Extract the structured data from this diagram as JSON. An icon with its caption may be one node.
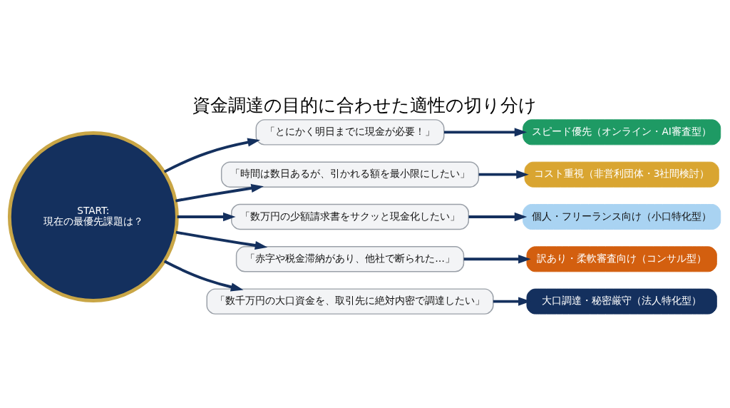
{
  "diagram": {
    "title": "資金調達の目的に合わせた適性の切り分け",
    "nodes": [
      {
        "text": [
          "START:",
          "現在の最優先課題は？"
        ]
      },
      {
        "text": [
          "「とにかく明日までに現金が必要！」"
        ]
      },
      {
        "text": [
          "「時間は数日あるが、引かれる額を最小限にしたい」"
        ]
      },
      {
        "text": [
          "「数万円の少額請求書をサクッと現金化したい」"
        ]
      },
      {
        "text": [
          "「赤字や税金滞納があり、他社で断られた…」"
        ]
      },
      {
        "text": [
          "「数千万円の大口資金を、取引先に絶対内密で調達したい」"
        ]
      },
      {
        "text": [
          "スピード優先（オンライン・AI審査型）"
        ]
      },
      {
        "text": [
          "コスト重視（非営利団体・3社間検討）"
        ]
      },
      {
        "text": [
          "個人・フリーランス向け（小口特化型）"
        ]
      },
      {
        "text": [
          "訳あり・柔軟審査向け（コンサル型）"
        ]
      },
      {
        "text": [
          "大口調達・秘密厳守（法人特化型）"
        ]
      }
    ],
    "edges": [
      {
        "from": 0,
        "to": 1,
        "arrow": "to"
      },
      {
        "from": 0,
        "to": 2,
        "arrow": "to"
      },
      {
        "from": 0,
        "to": 3,
        "arrow": "to"
      },
      {
        "from": 0,
        "to": 4,
        "arrow": "to"
      },
      {
        "from": 0,
        "to": 5,
        "arrow": "to"
      },
      {
        "from": 1,
        "to": 6,
        "arrow": "to"
      },
      {
        "from": 2,
        "to": 7,
        "arrow": "to"
      },
      {
        "from": 3,
        "to": 8,
        "arrow": "to"
      },
      {
        "from": 4,
        "to": 9,
        "arrow": "to"
      },
      {
        "from": 5,
        "to": 10,
        "arrow": "to"
      }
    ]
  }
}
